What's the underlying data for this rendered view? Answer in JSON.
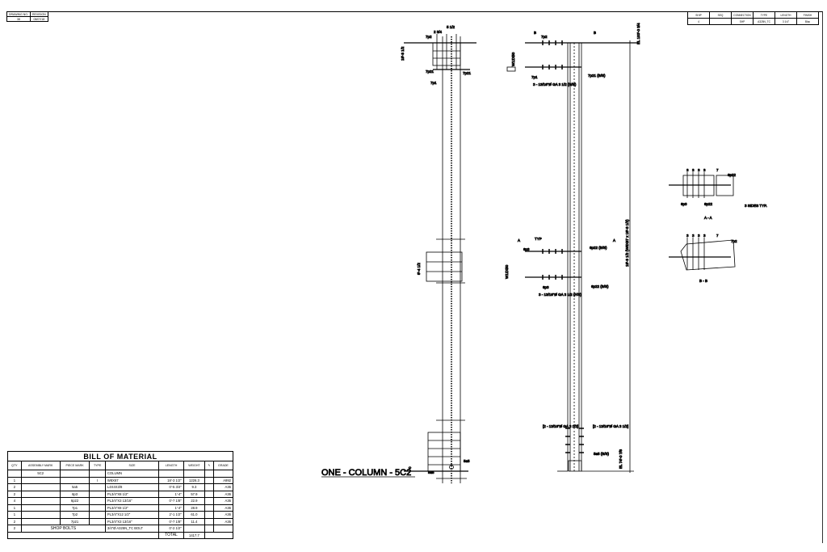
{
  "revision_box": {
    "headers": [
      "DRAWING NO.",
      "REVISION"
    ],
    "values": [
      "38",
      "08/07/18"
    ]
  },
  "info_box": {
    "headers": [
      "SHIP",
      "SEQ",
      "CONNECTION",
      "TYPE",
      "LENGTH",
      "FINISH"
    ],
    "values": [
      "4",
      "",
      "SHP",
      "A325N_TC",
      "3 1/4\"",
      "Blac"
    ]
  },
  "bom": {
    "title": "BILL OF MATERIAL",
    "columns": [
      "QTY",
      "ASSEMBLY MARK",
      "PIECE MARK",
      "TYPE",
      "SIZE",
      "LENGTH",
      "WEIGHT",
      "",
      "GRADE"
    ],
    "assembly": {
      "mark": "5C2",
      "size": "COLUMN"
    },
    "rows": [
      {
        "qty": "1",
        "piece": "",
        "type": "I",
        "size": "W8X67",
        "length": "18'-3 1/2\"",
        "weight": "1226.3",
        "grade": "A992"
      },
      {
        "qty": "2",
        "piece": "5a5",
        "type": "",
        "size": "L4X4X3/8",
        "length": "0'-5 3/4\"",
        "weight": "9.3",
        "grade": "A36"
      },
      {
        "qty": "2",
        "piece": "6p3",
        "type": "",
        "size": "PL3/4\"X8 1/2\"",
        "length": "1'-4\"",
        "weight": "57.9",
        "grade": "A36"
      },
      {
        "qty": "4",
        "piece": "6p22",
        "type": "",
        "size": "PL3/4\"X3 13/16\"",
        "length": "0'-7 1/8\"",
        "weight": "22.9",
        "grade": "A36"
      },
      {
        "qty": "1",
        "piece": "7p1",
        "type": "",
        "size": "PL3/4\"X8 1/2\"",
        "length": "1'-4\"",
        "weight": "28.9",
        "grade": "A36"
      },
      {
        "qty": "1",
        "piece": "7p2",
        "type": "",
        "size": "PL3/4\"X12 1/2\"",
        "length": "2'-1 1/2\"",
        "weight": "61.0",
        "grade": "A36"
      },
      {
        "qty": "2",
        "piece": "7p21",
        "type": "",
        "size": "PL3/4\"X3 13/16\"",
        "length": "0'-7 1/8\"",
        "weight": "11.4",
        "grade": "A36"
      }
    ],
    "bolts": {
      "qty": "2",
      "label": "SHOP BOLTS",
      "size": "3/4\"Ø A325N_TC BOLT",
      "length": "0'-2 1/2\""
    },
    "total_label": "TOTAL",
    "total": "1417.7"
  },
  "drawing": {
    "title": "ONE - COLUMN - 5C2",
    "left_view": {
      "top_dim": "5 1/2",
      "side_dim": "2 3/4",
      "labels": [
        "7p2",
        "7p21",
        "7p21",
        "7p1",
        "5a5",
        "5a5"
      ],
      "elev_top": "18'-3 1/2",
      "elev_mid": "8'-4 1/2",
      "elev_bot": "0"
    },
    "right_view": {
      "section_marks": [
        "B",
        "B",
        "A",
        "A"
      ],
      "labels": [
        "7p2",
        "7p1",
        "7p21 (B/S)",
        "3 - 13/16\"Ø GA 3 1/2 (N/S)",
        "6p3",
        "6p22 (B/S)",
        "6p3",
        "6p22 (B/S)",
        "3 - 13/16\"Ø GA 3 1/2 (F/S)",
        "TYP",
        "5a5 (B/S)",
        "[2 - 13/16\"Ø GA 3 1/2]",
        "[2 - 13/16\"Ø GA 3 1/2]"
      ],
      "elev_boxes": [
        "W12X50",
        "W12X50"
      ],
      "overall": "18'-3 1/2 (W8X67 x 18'-3 1/2)",
      "top_elev": "EL 100'-0 3/4",
      "bot_elev": "EL 74'-0 7/8"
    },
    "section_a": {
      "title": "A - A",
      "dims": [
        "3",
        "3",
        "3",
        "3",
        "7"
      ],
      "labels": [
        "6p22",
        "6p3",
        "6p22",
        "3 SIDES TYP."
      ]
    },
    "section_b": {
      "title": "B - B",
      "dims": [
        "3",
        "3",
        "3",
        "3",
        "7"
      ],
      "labels": [
        "7p2"
      ]
    }
  }
}
